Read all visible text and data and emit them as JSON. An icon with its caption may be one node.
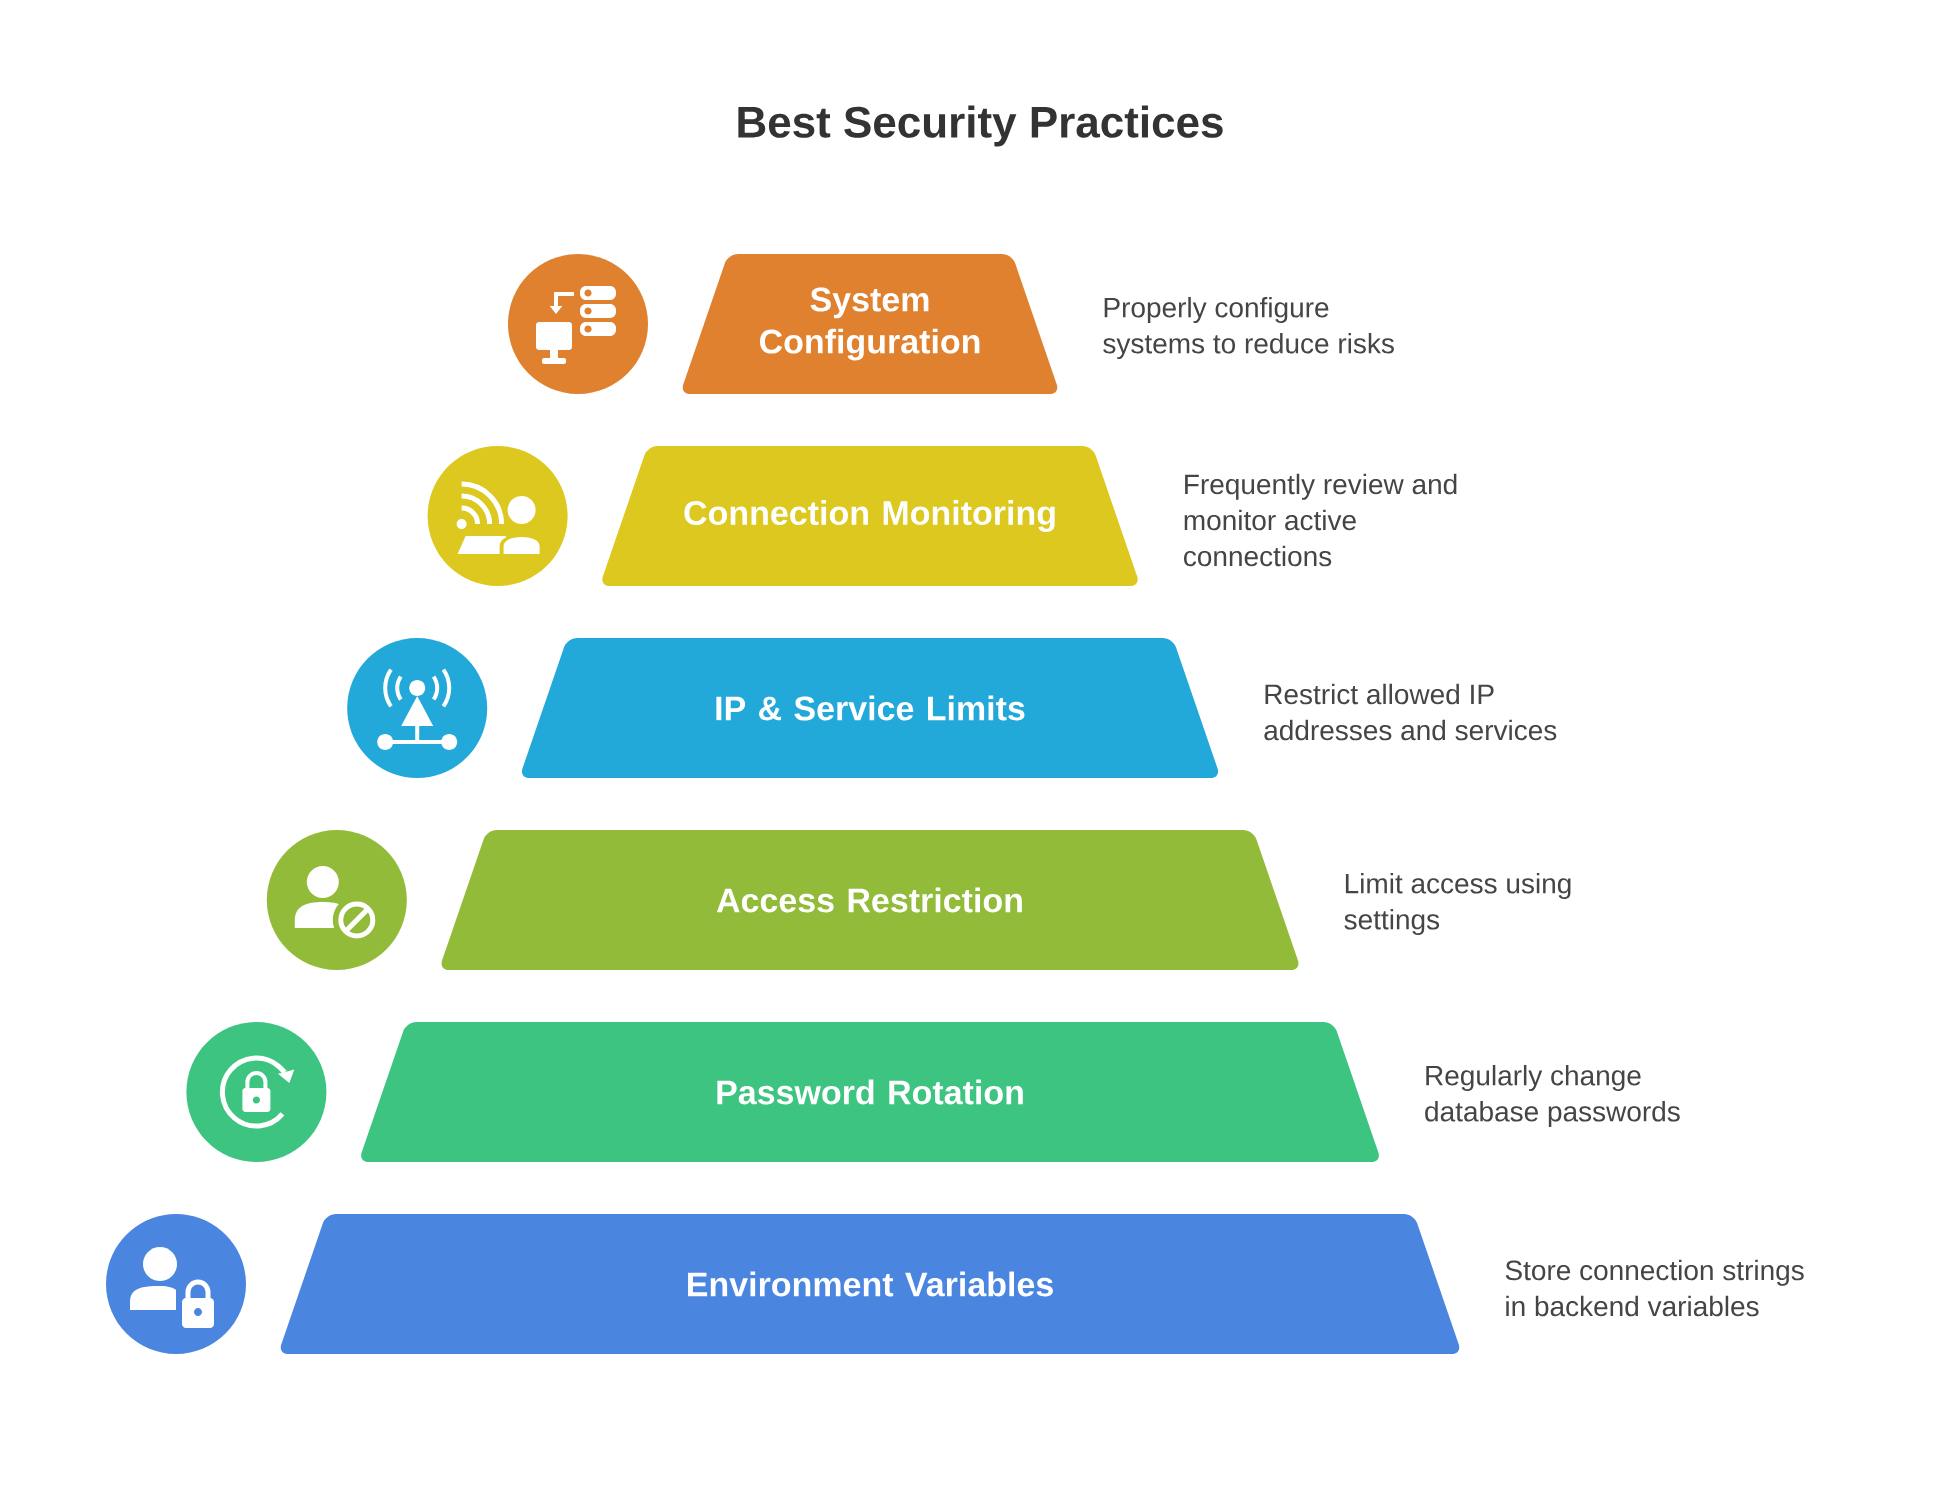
{
  "diagram": {
    "title": "Best Security Practices",
    "nodes": [
      {
        "text": [
          "System Configuration"
        ],
        "beside": [
          "Properly configure systems to reduce risks"
        ]
      },
      {
        "text": [
          "Connection Monitoring"
        ],
        "beside": [
          "Frequently review and monitor active connections"
        ]
      },
      {
        "text": [
          "IP & Service Limits"
        ],
        "beside": [
          "Restrict allowed IP addresses and services"
        ]
      },
      {
        "text": [
          "Access Restriction"
        ],
        "beside": [
          "Limit access using settings"
        ]
      },
      {
        "text": [
          "Password Rotation"
        ],
        "beside": [
          "Regularly change database passwords"
        ]
      },
      {
        "text": [
          "Environment Variables"
        ],
        "beside": [
          "Store connection strings in backend variables"
        ]
      }
    ]
  }
}
